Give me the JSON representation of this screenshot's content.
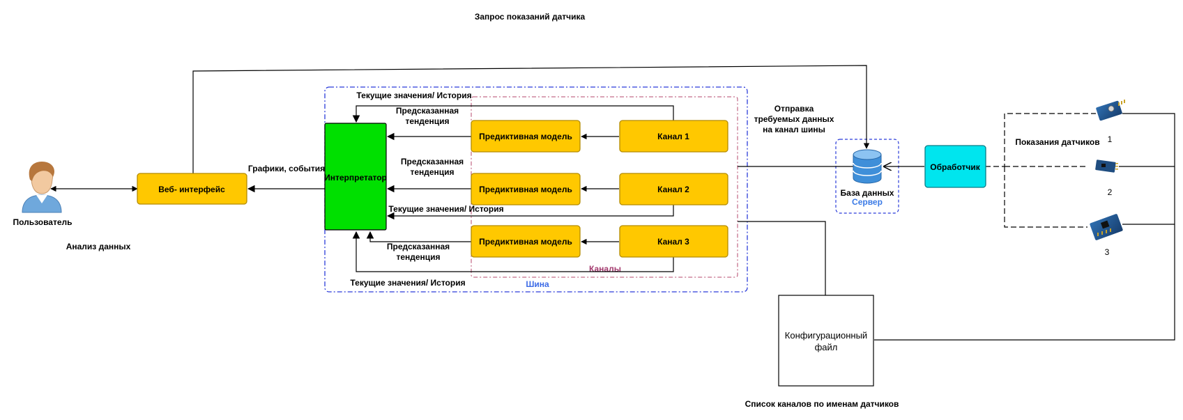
{
  "texts": {
    "sensor_request": "Запрос показаний датчика",
    "user": "Пользователь",
    "data_analysis": "Анализ данных",
    "web_interface": "Веб- интерфейс",
    "graphs_events": "Графики, события",
    "interpreter": "Интерпретатор",
    "current_history_top": "Текущие значения/ История",
    "current_history_mid": "Текущие значения/ История",
    "current_history_bottom": "Текущие значения/ История",
    "predicted_trend_1_line1": "Предсказанная",
    "predicted_trend_1_line2": "тенденция",
    "predicted_trend_2_line1": "Предсказанная",
    "predicted_trend_2_line2": "тенденция",
    "predicted_trend_3_line1": "Предсказанная",
    "predicted_trend_3_line2": "тенденция",
    "predictive_model_1": "Предиктивная модель",
    "predictive_model_2": "Предиктивная  модель",
    "predictive_model_3": "Предиктивная  модель",
    "channel_1": "Канал 1",
    "channel_2": "Канал 2",
    "channel_3": "Канал 3",
    "channels": "Каналы",
    "bus": "Шина",
    "send_line1": "Отправка",
    "send_line2": "требуемых  данных",
    "send_line3": "на канал шины",
    "database": "База данных",
    "server": "Сервер",
    "handler": "Обработчик",
    "sensor_readings": "Показания датчиков",
    "sensor_1": "1",
    "sensor_2": "2",
    "sensor_3": "3",
    "config_line1": "Конфигурационный",
    "config_line2": "файл",
    "channel_list": "Список каналов по именам датчиков"
  },
  "colors": {
    "yellow_box": "#FFC800",
    "yellow_border": "#B38B00",
    "interpreter_green": "#00E000",
    "handler_cyan": "#00E5EE",
    "bus_border": "#2A3BD9",
    "channels_border": "#B5476B",
    "bus_label": "#3C6AE6",
    "channels_label": "#A33A6E",
    "server_label": "#3A7AE6",
    "db_blue": "#3F8FD9"
  },
  "icons": {
    "user": "user-icon",
    "database": "database-icon",
    "sensors": [
      "sensor-module-icon",
      "sensor-module-icon",
      "sensor-module-icon"
    ]
  }
}
